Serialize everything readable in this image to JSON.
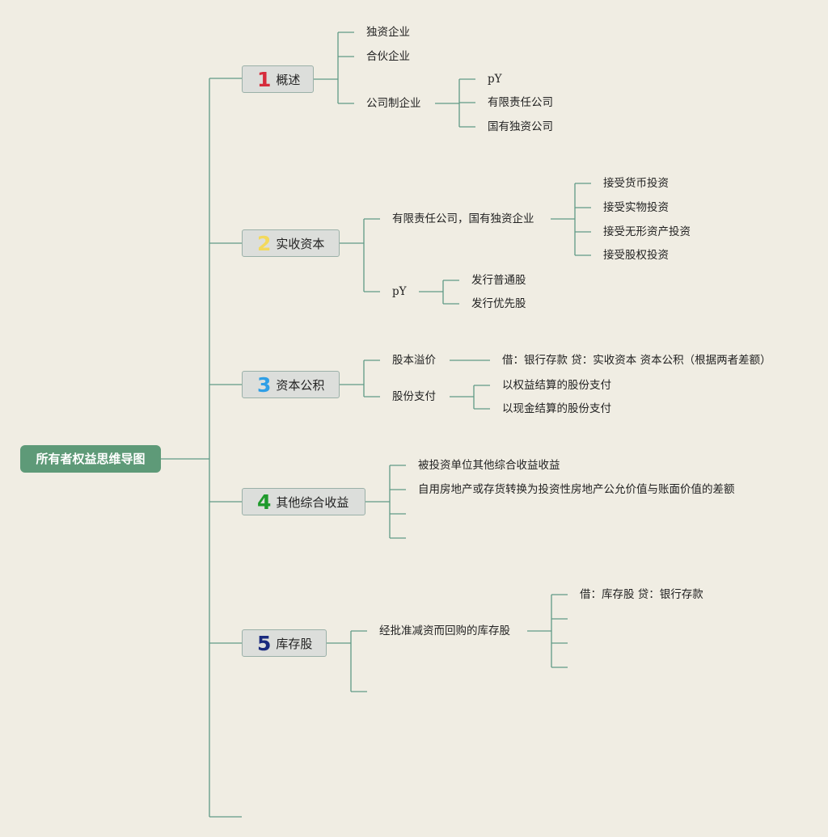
{
  "root": {
    "label": "所有者权益思维导图"
  },
  "colors": {
    "line": "#5f9a86",
    "root_bg": "#5e9a78",
    "topic_bg": "#dcdedb"
  },
  "topics": [
    {
      "number": "1",
      "number_color": "#d62c3c",
      "label": "概述"
    },
    {
      "number": "2",
      "number_color": "#f3d95c",
      "label": "实收资本"
    },
    {
      "number": "3",
      "number_color": "#2f9fe6",
      "label": "资本公积"
    },
    {
      "number": "4",
      "number_color": "#1f9a2c",
      "label": "其他综合收益"
    },
    {
      "number": "5",
      "number_color": "#1a2a7e",
      "label": "库存股"
    }
  ],
  "overview": {
    "sole": "独资企业",
    "partnership": "合伙企业",
    "company": "公司制企业",
    "company_children": [
      "pY",
      "有限责任公司",
      "国有独资公司"
    ]
  },
  "paid_in": {
    "llc": "有限责任公司，国有独资企业",
    "llc_children": [
      "接受货币投资",
      "接受实物投资",
      "接受无形资产投资",
      "接受股权投资"
    ],
    "py": "pY",
    "py_children": [
      "发行普通股",
      "发行优先股"
    ]
  },
  "surplus": {
    "premium": "股本溢价",
    "premium_entry": "借：银行存款 贷：实收资本 资本公积（根据两者差额）",
    "share_pay": "股份支付",
    "share_pay_children": [
      "以权益结算的股份支付",
      "以现金结算的股份支付"
    ]
  },
  "oci": {
    "items": [
      "被投资单位其他综合收益收益",
      "自用房地产或存货转换为投资性房地产公允价值与账面价值的差额"
    ]
  },
  "treasury": {
    "item": "经批准减资而回购的库存股",
    "entry": "借：库存股 贷：银行存款"
  }
}
